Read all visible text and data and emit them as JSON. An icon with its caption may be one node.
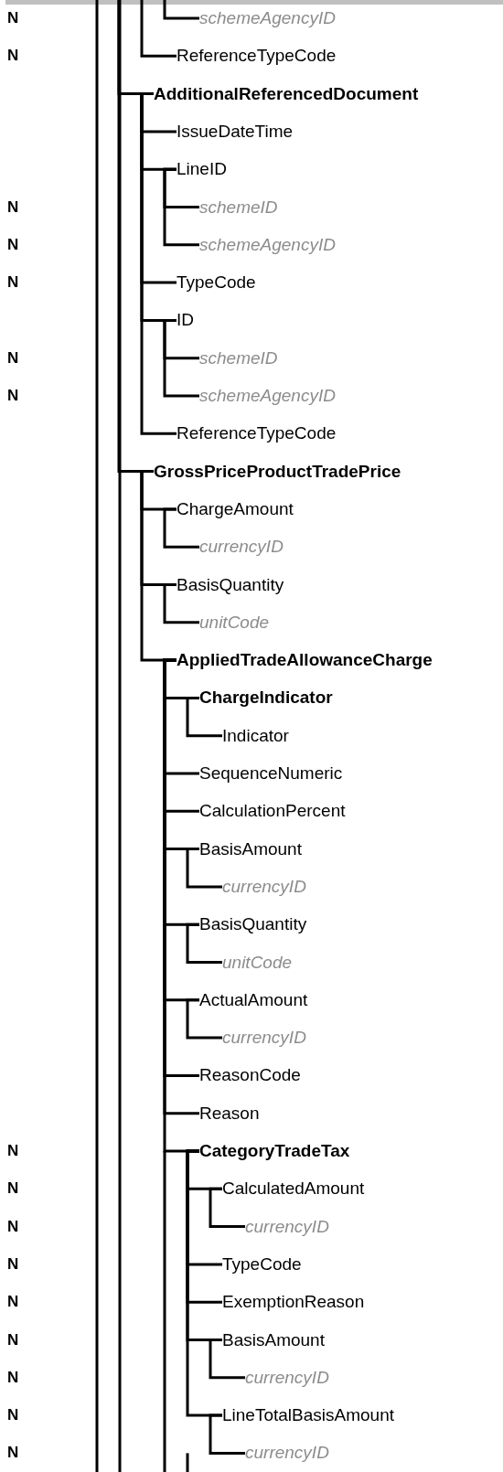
{
  "diagram": {
    "nodes": [
      {
        "text": [
          "schemeAgencyID"
        ]
      },
      {
        "text": [
          "ReferenceTypeCode"
        ]
      },
      {
        "text": [
          "AdditionalReferencedDocument"
        ]
      },
      {
        "text": [
          "IssueDateTime"
        ]
      },
      {
        "text": [
          "LineID"
        ]
      },
      {
        "text": [
          "schemeID"
        ]
      },
      {
        "text": [
          "schemeAgencyID"
        ]
      },
      {
        "text": [
          "TypeCode"
        ]
      },
      {
        "text": [
          "ID"
        ]
      },
      {
        "text": [
          "schemeID"
        ]
      },
      {
        "text": [
          "schemeAgencyID"
        ]
      },
      {
        "text": [
          "ReferenceTypeCode"
        ]
      },
      {
        "text": [
          "GrossPriceProductTradePrice"
        ]
      },
      {
        "text": [
          "ChargeAmount"
        ]
      },
      {
        "text": [
          "currencyID"
        ]
      },
      {
        "text": [
          "BasisQuantity"
        ]
      },
      {
        "text": [
          "unitCode"
        ]
      },
      {
        "text": [
          "AppliedTradeAllowanceCharge"
        ]
      },
      {
        "text": [
          "ChargeIndicator"
        ]
      },
      {
        "text": [
          "Indicator"
        ]
      },
      {
        "text": [
          "SequenceNumeric"
        ]
      },
      {
        "text": [
          "CalculationPercent"
        ]
      },
      {
        "text": [
          "BasisAmount"
        ]
      },
      {
        "text": [
          "currencyID"
        ]
      },
      {
        "text": [
          "BasisQuantity"
        ]
      },
      {
        "text": [
          "unitCode"
        ]
      },
      {
        "text": [
          "ActualAmount"
        ]
      },
      {
        "text": [
          "currencyID"
        ]
      },
      {
        "text": [
          "ReasonCode"
        ]
      },
      {
        "text": [
          "Reason"
        ]
      },
      {
        "text": [
          "CategoryTradeTax"
        ]
      },
      {
        "text": [
          "CalculatedAmount"
        ]
      },
      {
        "text": [
          "currencyID"
        ]
      },
      {
        "text": [
          "TypeCode"
        ]
      },
      {
        "text": [
          "ExemptionReason"
        ]
      },
      {
        "text": [
          "BasisAmount"
        ]
      },
      {
        "text": [
          "currencyID"
        ]
      },
      {
        "text": [
          "LineTotalBasisAmount"
        ]
      },
      {
        "text": [
          "currencyID"
        ]
      }
    ],
    "edges": [
      {
        "from": null,
        "to": 0,
        "arrow": "none"
      },
      {
        "from": null,
        "to": 1,
        "arrow": "none"
      },
      {
        "from": null,
        "to": 2,
        "arrow": "none"
      },
      {
        "from": 2,
        "to": 3,
        "arrow": "none"
      },
      {
        "from": 2,
        "to": 4,
        "arrow": "none"
      },
      {
        "from": 4,
        "to": 5,
        "arrow": "none"
      },
      {
        "from": 4,
        "to": 6,
        "arrow": "none"
      },
      {
        "from": 2,
        "to": 7,
        "arrow": "none"
      },
      {
        "from": 2,
        "to": 8,
        "arrow": "none"
      },
      {
        "from": 8,
        "to": 9,
        "arrow": "none"
      },
      {
        "from": 8,
        "to": 10,
        "arrow": "none"
      },
      {
        "from": 2,
        "to": 11,
        "arrow": "none"
      },
      {
        "from": null,
        "to": 12,
        "arrow": "none"
      },
      {
        "from": 12,
        "to": 13,
        "arrow": "none"
      },
      {
        "from": 13,
        "to": 14,
        "arrow": "none"
      },
      {
        "from": 12,
        "to": 15,
        "arrow": "none"
      },
      {
        "from": 15,
        "to": 16,
        "arrow": "none"
      },
      {
        "from": 12,
        "to": 17,
        "arrow": "none"
      },
      {
        "from": 17,
        "to": 18,
        "arrow": "none"
      },
      {
        "from": 18,
        "to": 19,
        "arrow": "none"
      },
      {
        "from": 17,
        "to": 20,
        "arrow": "none"
      },
      {
        "from": 17,
        "to": 21,
        "arrow": "none"
      },
      {
        "from": 17,
        "to": 22,
        "arrow": "none"
      },
      {
        "from": 22,
        "to": 23,
        "arrow": "none"
      },
      {
        "from": 17,
        "to": 24,
        "arrow": "none"
      },
      {
        "from": 24,
        "to": 25,
        "arrow": "none"
      },
      {
        "from": 17,
        "to": 26,
        "arrow": "none"
      },
      {
        "from": 26,
        "to": 27,
        "arrow": "none"
      },
      {
        "from": 17,
        "to": 28,
        "arrow": "none"
      },
      {
        "from": 17,
        "to": 29,
        "arrow": "none"
      },
      {
        "from": 17,
        "to": 30,
        "arrow": "none"
      },
      {
        "from": 30,
        "to": 31,
        "arrow": "none"
      },
      {
        "from": 31,
        "to": 32,
        "arrow": "none"
      },
      {
        "from": 30,
        "to": 33,
        "arrow": "none"
      },
      {
        "from": 30,
        "to": 34,
        "arrow": "none"
      },
      {
        "from": 30,
        "to": 35,
        "arrow": "none"
      },
      {
        "from": 35,
        "to": 36,
        "arrow": "none"
      },
      {
        "from": 30,
        "to": 37,
        "arrow": "none"
      },
      {
        "from": 37,
        "to": 38,
        "arrow": "none"
      }
    ],
    "labels": [
      "N",
      "N",
      "N",
      "N",
      "N",
      "N",
      "N",
      "N",
      "N",
      "N",
      "N",
      "N",
      "N",
      "N",
      "N",
      "N"
    ]
  }
}
